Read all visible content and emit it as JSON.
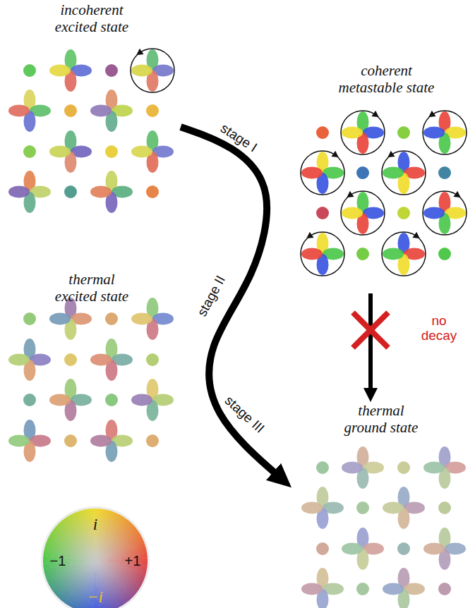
{
  "diagram": {
    "nodes": [
      {
        "text": [
          "incoherent excited state"
        ]
      },
      {
        "text": [
          "coherent metastable state"
        ]
      },
      {
        "text": [
          "thermal excited state"
        ]
      },
      {
        "text": [
          "thermal ground state"
        ]
      }
    ],
    "edges": [
      {
        "from": 0,
        "to": 3,
        "arrow": "to"
      },
      {
        "from": 1,
        "to": 3,
        "arrow": "to",
        "label": "no decay"
      }
    ],
    "labels": [
      "stage I",
      "stage II",
      "stage III",
      "i",
      "−1",
      "+1",
      "−i"
    ]
  }
}
